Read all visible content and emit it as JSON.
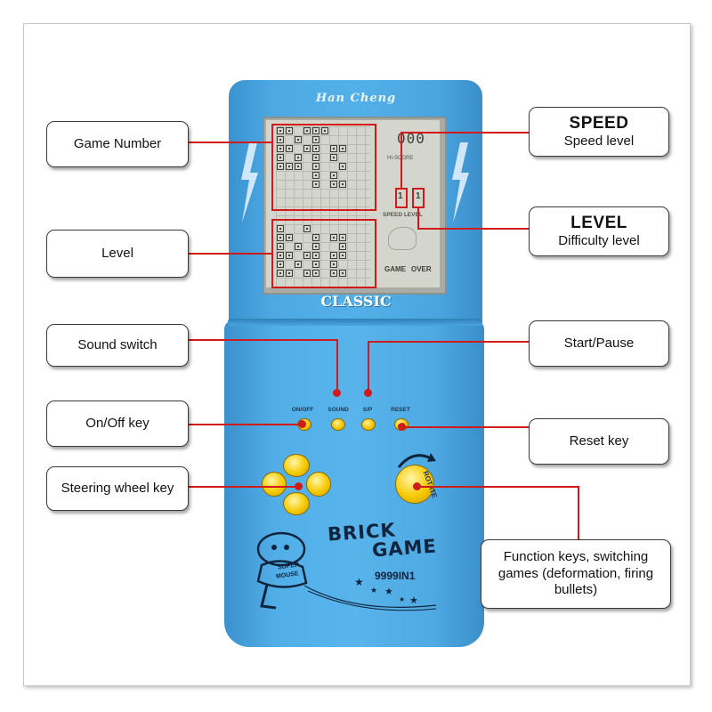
{
  "device": {
    "brand": "Han Cheng",
    "screen_label": "CLASSIC",
    "score_digits": "000",
    "hi_score_label": "HI-SCORE",
    "speed_value": "1",
    "level_value": "1",
    "speed_level_label": "SPEED LEVEL",
    "game_over_left": "GAME",
    "game_over_right": "OVER",
    "buttons": {
      "on_off": "ON/OFF",
      "sound": "SOUND",
      "sp": "S/P",
      "reset": "RESET",
      "rotate": "ROTATE"
    },
    "title_line1": "BRICK",
    "title_line2": "GAME",
    "model": "9999IN1",
    "mascot_line1": "SUPER",
    "mascot_line2": "MOUSE"
  },
  "callouts": {
    "game_number": "Game Number",
    "level": "Level",
    "sound_switch": "Sound switch",
    "on_off_key": "On/Off key",
    "steering_wheel_key": "Steering wheel key",
    "speed_title": "SPEED",
    "speed_desc": "Speed level",
    "level_title": "LEVEL",
    "level_desc": "Difficulty level",
    "start_pause": "Start/Pause",
    "reset_key": "Reset key",
    "function_keys": "Function keys, switching games (deformation, firing bullets)"
  },
  "colors": {
    "device_blue": "#53b0e8",
    "leader_red": "#d11a1a",
    "button_yellow": "#f6c900",
    "lcd_background": "#d4d6cd"
  }
}
